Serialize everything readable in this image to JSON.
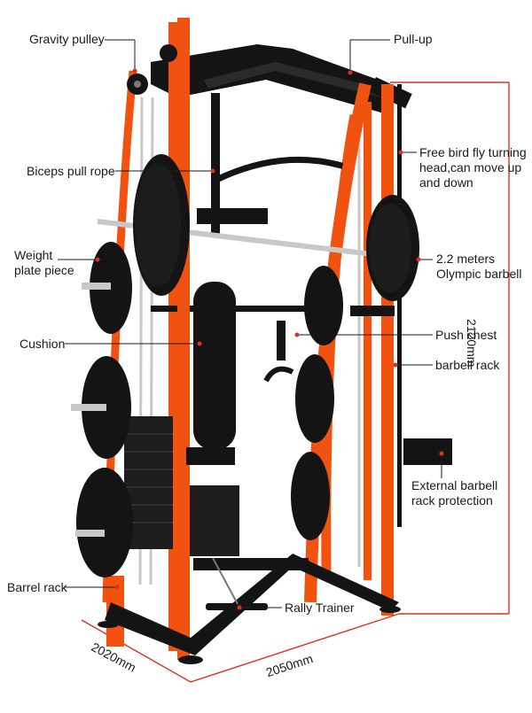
{
  "labels": {
    "gravity_pulley": "Gravity pulley",
    "pull_up": "Pull-up",
    "biceps_pull_rope": "Biceps pull rope",
    "free_bird_line1": "Free bird fly turning",
    "free_bird_line2": "head,can move up",
    "free_bird_line3": "and down",
    "weight_plate_line1": "Weight",
    "weight_plate_line2": "plate piece",
    "olympic_line1": "2.2 meters",
    "olympic_line2": "Olympic barbell",
    "cushion": "Cushion",
    "push_chest": "Push chest",
    "barbell_rack": "barbell rack",
    "ext_rack_line1": "External barbell",
    "ext_rack_line2": "rack protection",
    "barrel_rack": "Barrel rack",
    "rally_trainer": "Rally Trainer"
  },
  "dimensions": {
    "height": "2120mm",
    "depth": "2020mm",
    "width": "2050mm"
  },
  "colors": {
    "frame_orange": "#f2520f",
    "black": "#141414",
    "chrome": "#c8c8c8",
    "dimension_red": "#e0301e",
    "collar_yellow": "#f2c200"
  }
}
